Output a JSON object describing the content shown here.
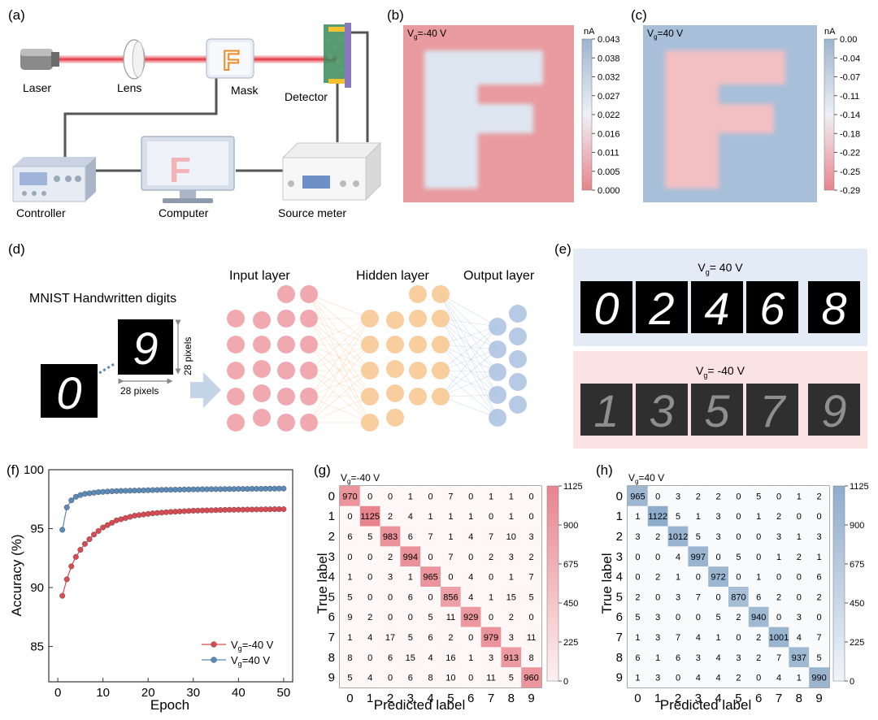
{
  "panels": {
    "a": {
      "tag": "(a)",
      "labels": {
        "laser": "Laser",
        "lens": "Lens",
        "mask": "Mask",
        "detector": "Detector",
        "controller": "Controller",
        "computer": "Computer",
        "source_meter": "Source meter"
      },
      "mask_letter": "F",
      "colors": {
        "beam": "#e0303a",
        "mask_letter": "#f08a24",
        "device_body": "#eef2f8"
      }
    },
    "b": {
      "tag": "(b)",
      "vg_base": "V",
      "vg_sub": "g",
      "vg_rest": "=-40 V",
      "unit": "nA",
      "ticks": [
        "0.043",
        "0.038",
        "0.032",
        "0.027",
        "0.022",
        "0.016",
        "0.011",
        "0.005",
        "0.000"
      ],
      "colors": {
        "background": "#e89a9e",
        "letter": "#dde6f0",
        "bar_top": "#9db5cf",
        "bar_bottom": "#e8848c"
      }
    },
    "c": {
      "tag": "(c)",
      "vg_base": "V",
      "vg_sub": "g",
      "vg_rest": "=40 V",
      "unit": "nA",
      "ticks": [
        "0.00",
        "-0.04",
        "-0.07",
        "-0.11",
        "-0.14",
        "-0.18",
        "-0.22",
        "-0.25",
        "-0.29"
      ],
      "colors": {
        "background": "#a7bfd9",
        "letter": "#f2bfc3",
        "bar_top": "#9db5cf",
        "bar_bottom": "#e8848c"
      }
    },
    "d": {
      "tag": "(d)",
      "title": "MNIST Handwritten digits",
      "layers": [
        "Input layer",
        "Hidden layer",
        "Output layer"
      ],
      "pixel_label_h": "28 pixels",
      "pixel_label_v": "28 pixels",
      "digits": [
        "0",
        "9"
      ],
      "colors": {
        "input": "#ef9aa2",
        "hidden": "#f7c58e",
        "output": "#a9c1e0"
      }
    },
    "e": {
      "tag": "(e)",
      "top": {
        "vg_base": "V",
        "vg_sub": "g",
        "vg_rest": "= 40 V",
        "digits": [
          "0",
          "2",
          "4",
          "6",
          "8"
        ],
        "bg": "#e3ecf6"
      },
      "bottom": {
        "vg_base": "V",
        "vg_sub": "g",
        "vg_rest": "= -40 V",
        "digits": [
          "1",
          "3",
          "5",
          "7",
          "9"
        ],
        "bg": "#fbe2e3"
      }
    },
    "f": {
      "tag": "(f)",
      "chart_data": {
        "type": "line",
        "xlabel": "Epoch",
        "ylabel": "Accuracy (%)",
        "xlim": [
          -2,
          52
        ],
        "ylim": [
          82,
          100
        ],
        "xticks": [
          0,
          10,
          20,
          30,
          40,
          50
        ],
        "yticks": [
          85,
          90,
          95,
          100
        ],
        "x": [
          1,
          2,
          3,
          4,
          5,
          6,
          7,
          8,
          9,
          10,
          11,
          12,
          13,
          14,
          15,
          16,
          17,
          18,
          19,
          20,
          21,
          22,
          23,
          24,
          25,
          26,
          27,
          28,
          29,
          30,
          31,
          32,
          33,
          34,
          35,
          36,
          37,
          38,
          39,
          40,
          41,
          42,
          43,
          44,
          45,
          46,
          47,
          48,
          49,
          50
        ],
        "series": [
          {
            "name_base": "V",
            "name_sub": "g",
            "name_rest": "=-40 V",
            "color": "#d94b52",
            "values": [
              89.3,
              90.7,
              91.8,
              92.6,
              93.2,
              93.7,
              94.1,
              94.5,
              94.8,
              95.1,
              95.3,
              95.5,
              95.7,
              95.8,
              95.9,
              96.0,
              96.1,
              96.15,
              96.2,
              96.25,
              96.3,
              96.33,
              96.36,
              96.39,
              96.42,
              96.44,
              96.46,
              96.48,
              96.5,
              96.52,
              96.53,
              96.54,
              96.55,
              96.56,
              96.57,
              96.58,
              96.59,
              96.6,
              96.6,
              96.61,
              96.61,
              96.62,
              96.62,
              96.63,
              96.63,
              96.64,
              96.64,
              96.65,
              96.65,
              96.65
            ]
          },
          {
            "name_base": "V",
            "name_sub": "g",
            "name_rest": "=40 V",
            "color": "#5b8ab8",
            "values": [
              94.9,
              96.8,
              97.4,
              97.7,
              97.85,
              97.95,
              98.0,
              98.05,
              98.1,
              98.12,
              98.15,
              98.17,
              98.19,
              98.2,
              98.21,
              98.22,
              98.23,
              98.24,
              98.25,
              98.26,
              98.27,
              98.28,
              98.29,
              98.3,
              98.3,
              98.31,
              98.31,
              98.32,
              98.32,
              98.33,
              98.33,
              98.34,
              98.34,
              98.35,
              98.35,
              98.35,
              98.36,
              98.36,
              98.36,
              98.37,
              98.37,
              98.37,
              98.38,
              98.38,
              98.38,
              98.39,
              98.39,
              98.39,
              98.4,
              98.4
            ]
          }
        ]
      }
    },
    "g": {
      "tag": "(g)",
      "vg_base": "V",
      "vg_sub": "g",
      "vg_rest": "=-40 V",
      "chart_data": {
        "type": "heatmap",
        "xlabel": "Predicted label",
        "ylabel": "True label",
        "labels": [
          "0",
          "1",
          "2",
          "3",
          "4",
          "5",
          "6",
          "7",
          "8",
          "9"
        ],
        "matrix": [
          [
            970,
            0,
            0,
            1,
            0,
            7,
            0,
            1,
            1,
            0
          ],
          [
            0,
            1125,
            2,
            4,
            1,
            1,
            1,
            0,
            1,
            0
          ],
          [
            6,
            5,
            983,
            6,
            7,
            1,
            4,
            7,
            10,
            3
          ],
          [
            0,
            0,
            2,
            994,
            0,
            7,
            0,
            2,
            3,
            2
          ],
          [
            1,
            0,
            3,
            1,
            965,
            0,
            4,
            0,
            1,
            7
          ],
          [
            5,
            0,
            0,
            6,
            0,
            856,
            4,
            1,
            15,
            5
          ],
          [
            9,
            2,
            0,
            0,
            5,
            11,
            929,
            0,
            2,
            0
          ],
          [
            1,
            4,
            17,
            5,
            6,
            2,
            0,
            979,
            3,
            11
          ],
          [
            8,
            0,
            6,
            15,
            4,
            16,
            1,
            3,
            913,
            8
          ],
          [
            5,
            4,
            0,
            6,
            8,
            10,
            0,
            11,
            5,
            960
          ]
        ],
        "colorbar_ticks": [
          "1125",
          "900",
          "675",
          "450",
          "225",
          "0"
        ],
        "vmax": 1125,
        "color": "#e8848c"
      }
    },
    "h": {
      "tag": "(h)",
      "vg_base": "V",
      "vg_sub": "g",
      "vg_rest": "=40 V",
      "chart_data": {
        "type": "heatmap",
        "xlabel": "Predicted label",
        "ylabel": "True label",
        "labels": [
          "0",
          "1",
          "2",
          "3",
          "4",
          "5",
          "6",
          "7",
          "8",
          "9"
        ],
        "matrix": [
          [
            965,
            0,
            3,
            2,
            2,
            0,
            5,
            0,
            1,
            2
          ],
          [
            1,
            1122,
            5,
            1,
            3,
            0,
            1,
            2,
            0,
            0
          ],
          [
            3,
            2,
            1012,
            5,
            3,
            0,
            0,
            3,
            1,
            3
          ],
          [
            0,
            0,
            4,
            997,
            0,
            5,
            0,
            1,
            2,
            1
          ],
          [
            0,
            2,
            1,
            0,
            972,
            0,
            1,
            0,
            0,
            6
          ],
          [
            2,
            0,
            3,
            7,
            0,
            870,
            6,
            2,
            0,
            2
          ],
          [
            5,
            3,
            0,
            0,
            5,
            2,
            940,
            0,
            3,
            0
          ],
          [
            1,
            3,
            7,
            4,
            1,
            0,
            2,
            1001,
            4,
            7
          ],
          [
            6,
            1,
            6,
            3,
            4,
            3,
            2,
            7,
            937,
            5
          ],
          [
            1,
            3,
            0,
            4,
            4,
            2,
            0,
            4,
            1,
            990
          ]
        ],
        "colorbar_ticks": [
          "1125",
          "900",
          "675",
          "450",
          "225",
          "0"
        ],
        "vmax": 1125,
        "color": "#8eaccb"
      }
    }
  }
}
